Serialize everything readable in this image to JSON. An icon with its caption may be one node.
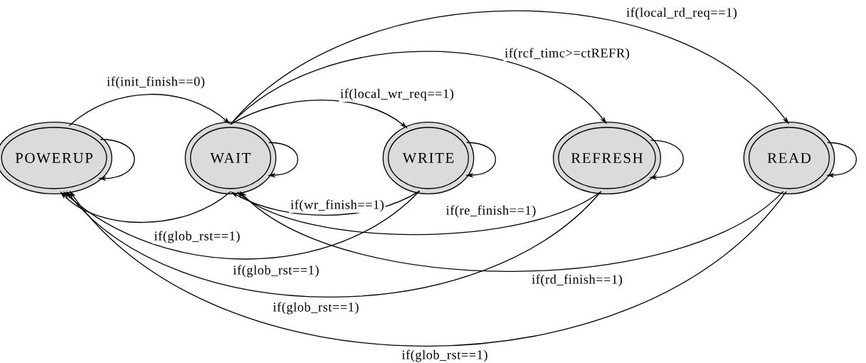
{
  "diagram": {
    "nodes": [
      {
        "text": [
          "POWERUP"
        ]
      },
      {
        "text": [
          "WAIT"
        ]
      },
      {
        "text": [
          "WRITE"
        ]
      },
      {
        "text": [
          "REFRESH"
        ]
      },
      {
        "text": [
          "READ"
        ]
      }
    ],
    "edges": [
      {
        "from": 0,
        "to": 0,
        "arrow": "to"
      },
      {
        "from": 0,
        "to": 1,
        "arrow": "to",
        "label": "if(init_finish==0)"
      },
      {
        "from": 1,
        "to": 1,
        "arrow": "to"
      },
      {
        "from": 1,
        "to": 2,
        "arrow": "to",
        "label": "if(local_wr_req==1)"
      },
      {
        "from": 1,
        "to": 3,
        "arrow": "to",
        "label": "if(rcf_timc>=ctREFR)"
      },
      {
        "from": 1,
        "to": 4,
        "arrow": "to",
        "label": "if(local_rd_req==1)"
      },
      {
        "from": 2,
        "to": 2,
        "arrow": "to"
      },
      {
        "from": 3,
        "to": 3,
        "arrow": "to"
      },
      {
        "from": 4,
        "to": 4,
        "arrow": "to"
      },
      {
        "from": 2,
        "to": 1,
        "arrow": "to",
        "label": "if(wr_finish==1)"
      },
      {
        "from": 3,
        "to": 1,
        "arrow": "to",
        "label": "if(re_finish==1)"
      },
      {
        "from": 4,
        "to": 1,
        "arrow": "to",
        "label": "if(rd_finish==1)"
      },
      {
        "from": 1,
        "to": 0,
        "arrow": "to",
        "label": "if(glob_rst==1)"
      },
      {
        "from": 2,
        "to": 0,
        "arrow": "to",
        "label": "if(glob_rst==1)"
      },
      {
        "from": 3,
        "to": 0,
        "arrow": "to",
        "label": "if(glob_rst==1)"
      },
      {
        "from": 4,
        "to": 0,
        "arrow": "to",
        "label": "if(glob_rst==1)"
      }
    ]
  }
}
